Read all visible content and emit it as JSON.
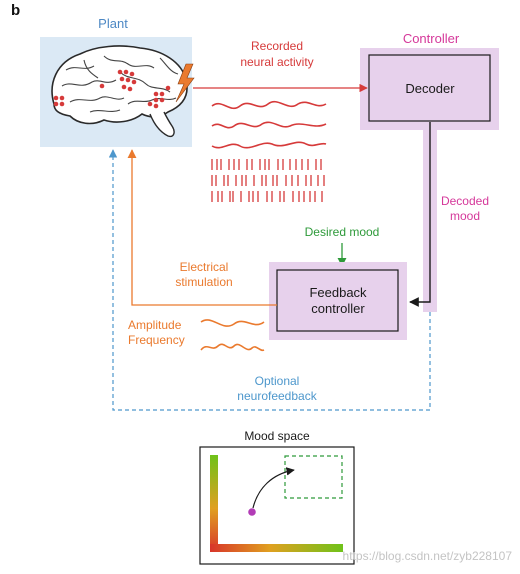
{
  "panel_label": "b",
  "plant": {
    "label": "Plant"
  },
  "controller": {
    "label": "Controller",
    "decoder_label": "Decoder"
  },
  "signals": {
    "recorded_line1": "Recorded",
    "recorded_line2": "neural activity",
    "decoded_line1": "Decoded",
    "decoded_line2": "mood",
    "desired_mood": "Desired mood",
    "stimulation_line1": "Electrical",
    "stimulation_line2": "stimulation",
    "amplitude": "Amplitude",
    "frequency": "Frequency",
    "neurofeedback_line1": "Optional",
    "neurofeedback_line2": "neurofeedback"
  },
  "feedback_controller": {
    "line1": "Feedback",
    "line2": "controller"
  },
  "mood_space": {
    "title": "Mood space"
  },
  "watermark": "https://blog.csdn.net/zyb228107",
  "colors": {
    "red": "#d63a3a",
    "orange": "#ea7a2e",
    "green": "#2e9a3a",
    "magenta": "#d5389a",
    "blue": "#4d97cc",
    "lavender": "#e7d1ec",
    "brain_bg": "#dbe9f5",
    "purple_dot": "#b23cb6"
  }
}
